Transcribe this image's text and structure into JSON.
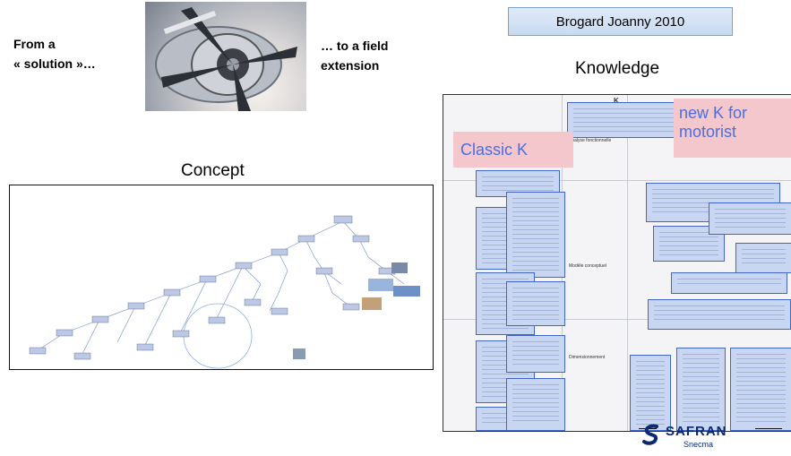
{
  "left_heading": {
    "line1": "From a",
    "line2": "« solution »…"
  },
  "right_heading": {
    "line1": "… to a field",
    "line2": "extension"
  },
  "title_box": "Brogard Joanny 2010",
  "knowledge_label": "Knowledge",
  "concept_label": "Concept",
  "overlay": {
    "classic": "Classic K",
    "newk_line1": "new K for",
    "newk_line2": "motorist"
  },
  "k_panel": {
    "header": "K",
    "row_labels": [
      "Analyse fonctionnelle",
      "Modèle conceptuel",
      "Dimensionnement"
    ]
  },
  "brand": {
    "name": "SAFRAN",
    "sub": "Snecma"
  }
}
